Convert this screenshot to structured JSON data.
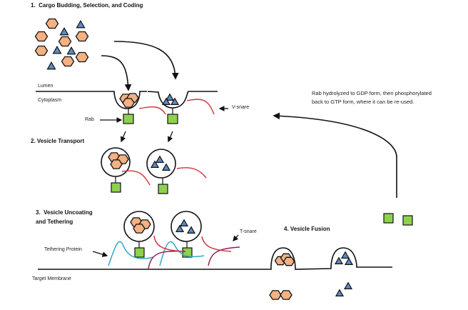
{
  "diagram": {
    "stages": [
      {
        "number": "1.",
        "title": "Cargo  Budding, Selection, and Coding"
      },
      {
        "number": "2.",
        "title": "Vesicle Transport"
      },
      {
        "number": "3.",
        "title": "Vesicle Uncoating",
        "title_line2": "and Tethering"
      },
      {
        "number": "4.",
        "title": "Vesicle Fusion"
      }
    ],
    "labels": {
      "lumen": "Lumen",
      "cytoplasm": "Cytoplasm",
      "rab": "Rab",
      "v_snare": "V-snare",
      "t_snare": "T-snare",
      "tethering_protein": "Tethering Protein",
      "target_membrane": "Target Membrane"
    },
    "recycle_note": {
      "line1": "Rab hydrolyzed to GDP form, then phosphorylated",
      "line2": "back to GTP form, where it can be re-used."
    },
    "colors": {
      "hexagon_fill": "#F4B183",
      "triangle_fill": "#5B8CC4",
      "rab_fill": "#8FD14F",
      "v_snare": "#D0313A",
      "t_snare": "#8E2157",
      "tether": "#2FA8C8",
      "outline": "#111111"
    }
  }
}
